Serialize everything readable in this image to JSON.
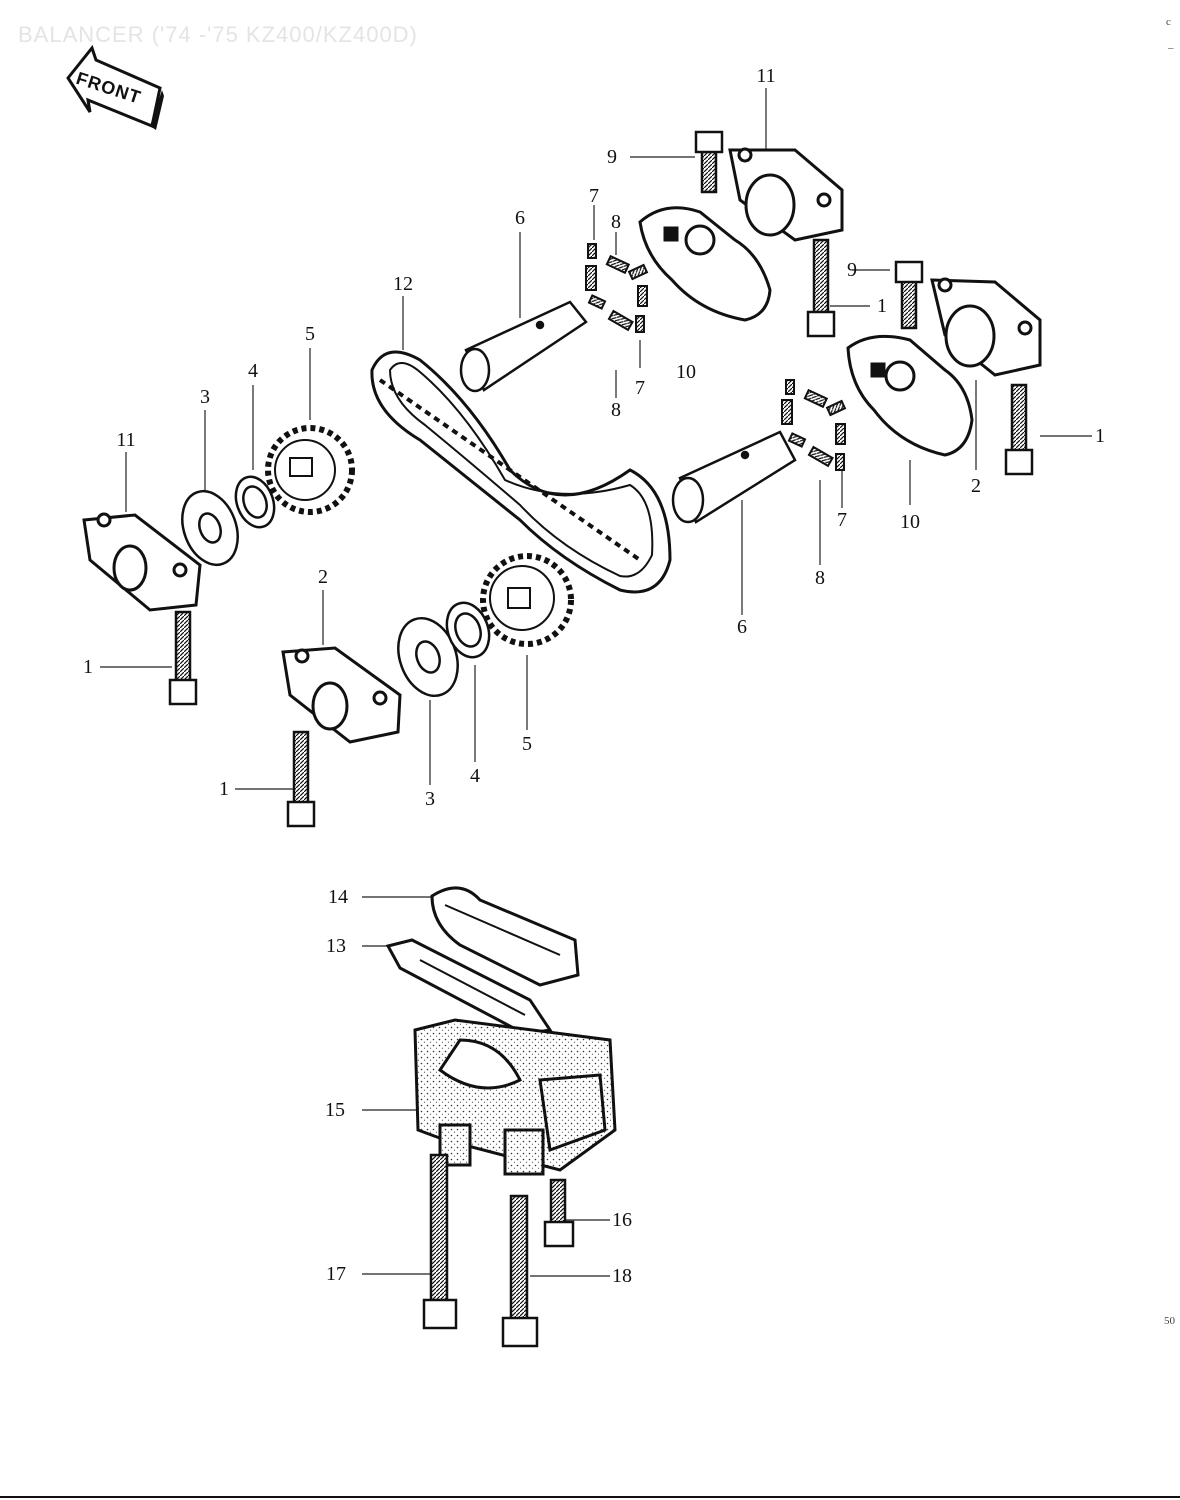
{
  "page": {
    "title": "BALANCER ('74 -'75 KZ400/KZ400D)",
    "front_label": "FRONT",
    "edge_marks": [
      "c",
      "–",
      "50"
    ]
  },
  "callouts": [
    {
      "id": "c-11-top",
      "label": "11"
    },
    {
      "id": "c-9-top",
      "label": "9"
    },
    {
      "id": "c-7-top",
      "label": "7"
    },
    {
      "id": "c-8-top",
      "label": "8"
    },
    {
      "id": "c-6-top",
      "label": "6"
    },
    {
      "id": "c-12",
      "label": "12"
    },
    {
      "id": "c-9-right",
      "label": "9"
    },
    {
      "id": "c-1-right-upper",
      "label": "1"
    },
    {
      "id": "c-10-top",
      "label": "10"
    },
    {
      "id": "c-7-mid",
      "label": "7"
    },
    {
      "id": "c-8-mid",
      "label": "8"
    },
    {
      "id": "c-5-top",
      "label": "5"
    },
    {
      "id": "c-4-top",
      "label": "4"
    },
    {
      "id": "c-3-top",
      "label": "3"
    },
    {
      "id": "c-11-left",
      "label": "11"
    },
    {
      "id": "c-1-right",
      "label": "1"
    },
    {
      "id": "c-2-right",
      "label": "2"
    },
    {
      "id": "c-10-right",
      "label": "10"
    },
    {
      "id": "c-7-right",
      "label": "7"
    },
    {
      "id": "c-8-right",
      "label": "8"
    },
    {
      "id": "c-6-bottom",
      "label": "6"
    },
    {
      "id": "c-2-left",
      "label": "2"
    },
    {
      "id": "c-1-left",
      "label": "1"
    },
    {
      "id": "c-1-left-lower",
      "label": "1"
    },
    {
      "id": "c-3-bottom",
      "label": "3"
    },
    {
      "id": "c-4-bottom",
      "label": "4"
    },
    {
      "id": "c-5-bottom",
      "label": "5"
    },
    {
      "id": "c-14",
      "label": "14"
    },
    {
      "id": "c-13",
      "label": "13"
    },
    {
      "id": "c-15",
      "label": "15"
    },
    {
      "id": "c-16",
      "label": "16"
    },
    {
      "id": "c-17",
      "label": "17"
    },
    {
      "id": "c-18",
      "label": "18"
    }
  ]
}
